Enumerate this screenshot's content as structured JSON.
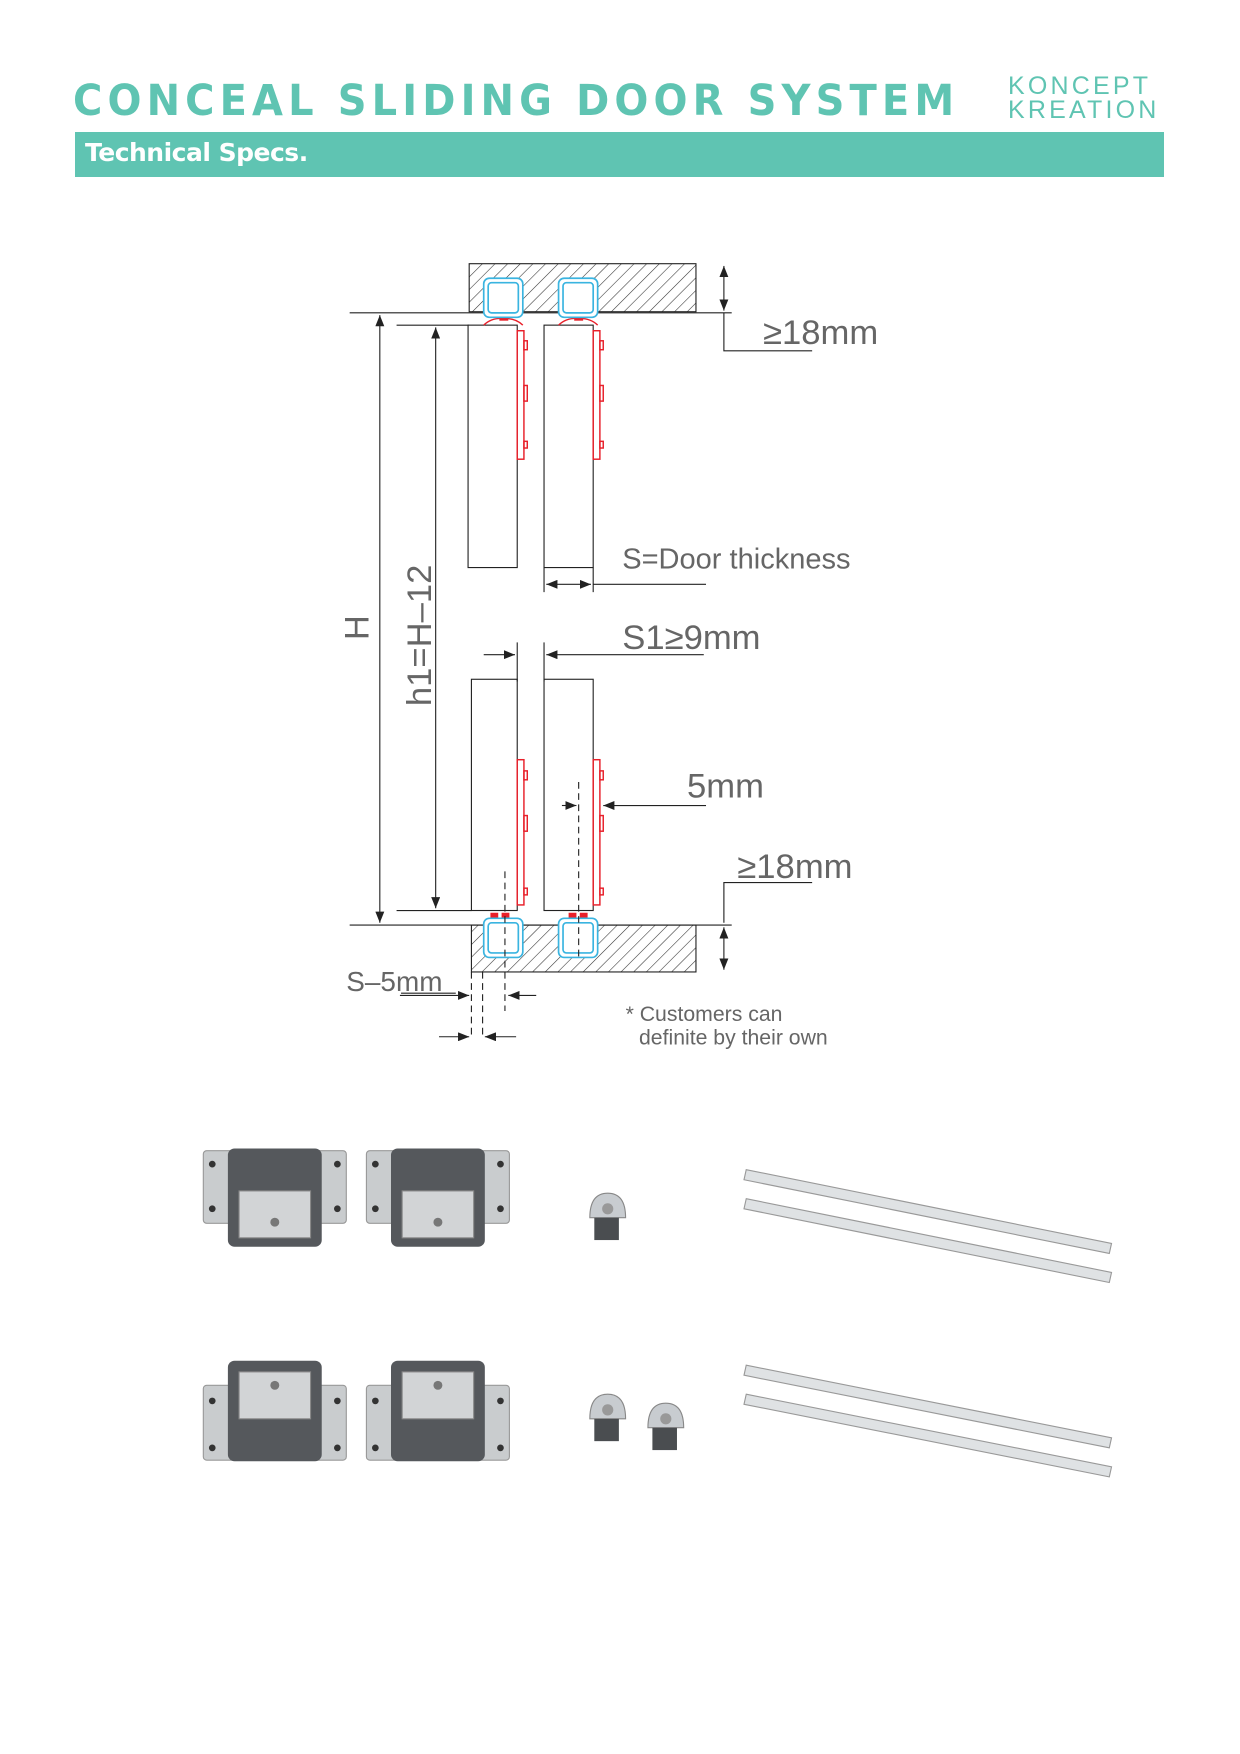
{
  "header": {
    "title": "CONCEAL SLIDING DOOR SYSTEM",
    "brand_line1": "KONCEPT",
    "brand_line2": "KREATION",
    "section": "Technical Specs."
  },
  "diagram": {
    "top_clearance": "≥18mm",
    "door_thickness": "S=Door thickness",
    "gap": "S1≥9mm",
    "offset": "5mm",
    "bottom_clearance": "≥18mm",
    "total_height": "H",
    "door_height": "h1=H–12",
    "bottom_offset": "S–5mm",
    "note_line1": "* Customers can",
    "note_line2": "definite by their own"
  },
  "colors": {
    "accent": "#5fc4b2",
    "hardware": "#e8202a",
    "channel": "#3ab4e0"
  }
}
